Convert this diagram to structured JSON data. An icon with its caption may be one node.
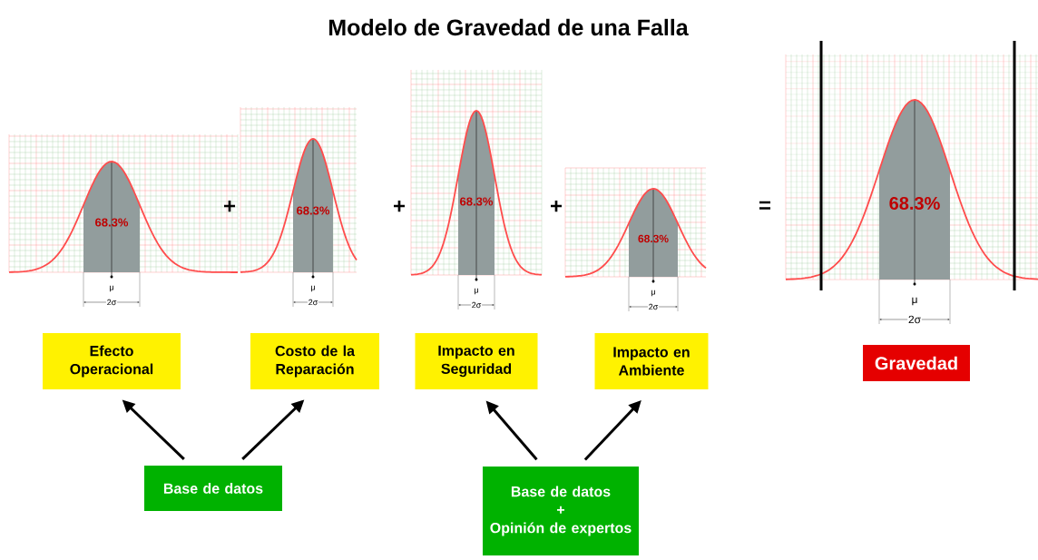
{
  "diagram": {
    "title": "Modelo de Gravedad de una Falla",
    "nodes": [
      {
        "text": [
          "Efecto Operacional"
        ]
      },
      {
        "text": [
          "Costo de la Reparación"
        ]
      },
      {
        "text": [
          "Impacto en Seguridad"
        ]
      },
      {
        "text": [
          "Impacto en Ambiente"
        ]
      },
      {
        "text": [
          "Gravedad"
        ]
      },
      {
        "text": [
          "Base de datos"
        ]
      },
      {
        "text": [
          "Base de datos",
          "+",
          "Opinión de expertos"
        ]
      }
    ],
    "edges": [
      {
        "from": 5,
        "to": 0,
        "arrow": "to"
      },
      {
        "from": 5,
        "to": 1,
        "arrow": "to"
      },
      {
        "from": 6,
        "to": 2,
        "arrow": "to"
      },
      {
        "from": 6,
        "to": 3,
        "arrow": "to"
      }
    ],
    "labels": [
      "68.3%",
      "μ",
      "2σ",
      "+",
      "68.3%",
      "μ",
      "2σ",
      "+",
      "68.3%",
      "μ",
      "2σ",
      "+",
      "68.3%",
      "μ",
      "2σ",
      "=",
      "68.3%",
      "μ",
      "2σ"
    ]
  }
}
